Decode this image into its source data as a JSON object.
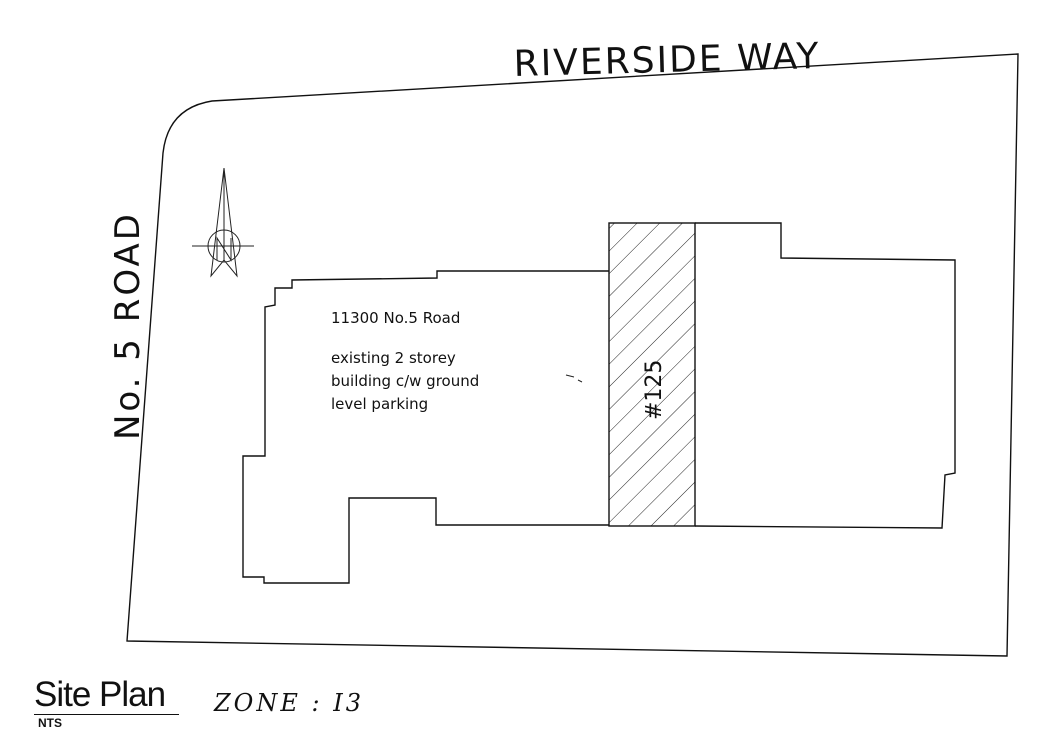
{
  "streets": {
    "north": "RIVERSIDE WAY",
    "west": "No. 5 ROAD"
  },
  "building": {
    "address": "11300 No.5 Road",
    "description": [
      "existing 2 storey",
      "building c/w ground",
      "level parking"
    ]
  },
  "unit_label": "#125",
  "title": {
    "main": "Site Plan",
    "scale": "NTS",
    "zone": "ZONE : I3"
  },
  "north_arrow": {
    "icon": "north-arrow-icon",
    "letter": "N"
  },
  "colors": {
    "ink": "#111111",
    "background": "#ffffff"
  }
}
